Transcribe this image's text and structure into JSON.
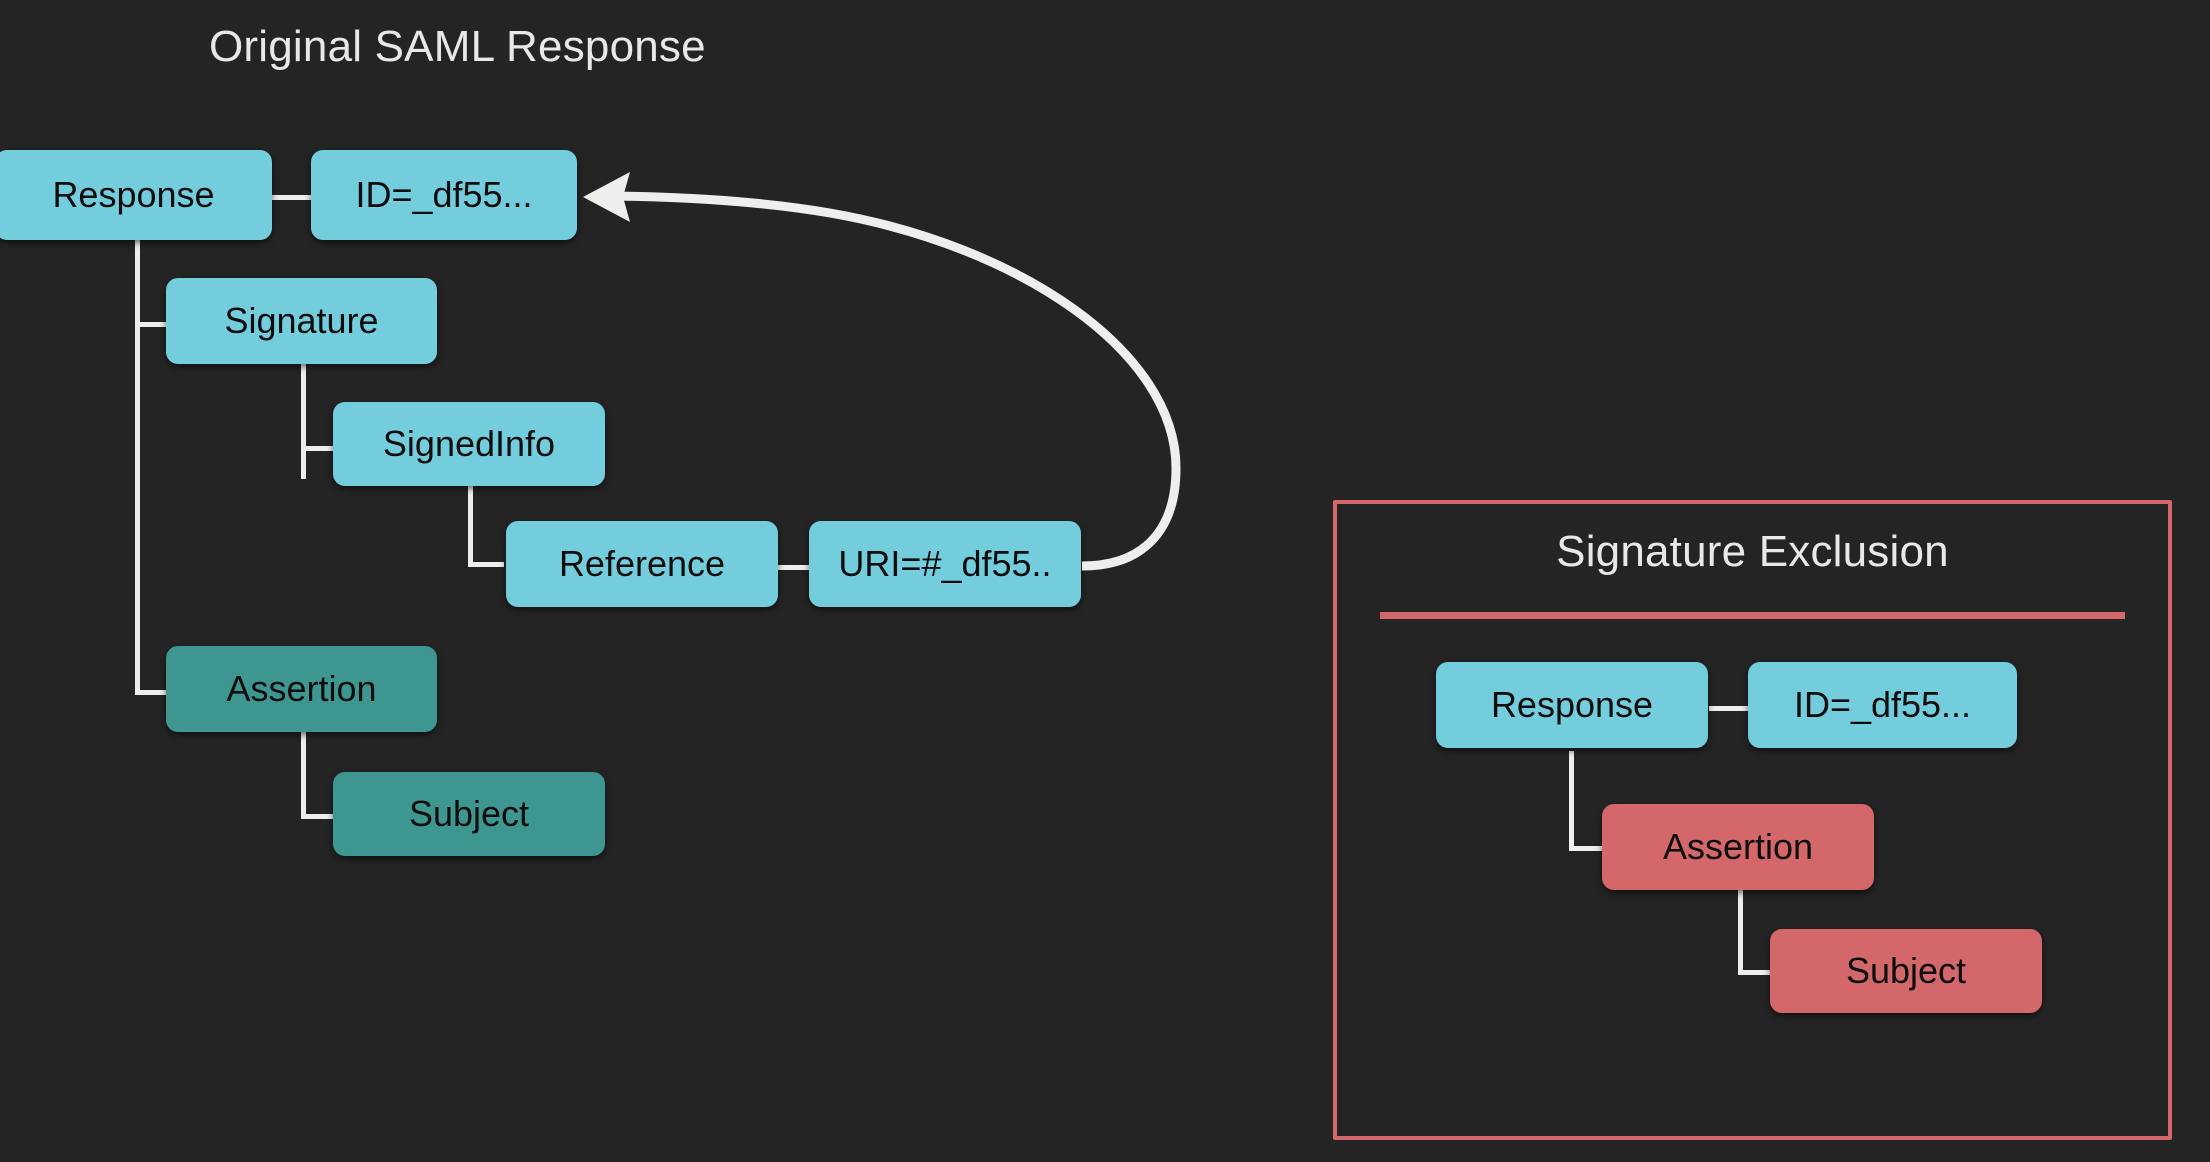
{
  "diagram": {
    "background_color": "#242424",
    "title": "Original SAML Response",
    "colors": {
      "node_blue": "#73cddd",
      "node_green": "#3d9690",
      "node_red": "#d3676a",
      "connector": "#eeeeec",
      "title_text": "#e8e8e8",
      "node_text": "#0d0d0d"
    }
  },
  "left_tree": {
    "title": "Original SAML Response",
    "nodes": [
      {
        "id": "response",
        "label": "Response",
        "color": "blue"
      },
      {
        "id": "id_attr",
        "label": "ID=_df55...",
        "color": "blue"
      },
      {
        "id": "signature",
        "label": "Signature",
        "color": "blue"
      },
      {
        "id": "signedinfo",
        "label": "SignedInfo",
        "color": "blue"
      },
      {
        "id": "reference",
        "label": "Reference",
        "color": "blue"
      },
      {
        "id": "uri_attr",
        "label": "URI=#_df55..",
        "color": "blue"
      },
      {
        "id": "assertion",
        "label": "Assertion",
        "color": "green"
      },
      {
        "id": "subject",
        "label": "Subject",
        "color": "green"
      }
    ],
    "reference_arrow": {
      "from": "uri_attr",
      "to": "id_attr",
      "style": "curved",
      "direction": "points-left"
    }
  },
  "exclusion_panel": {
    "title": "Signature Exclusion",
    "border_color": "#d3676a",
    "nodes": [
      {
        "id": "x_response",
        "label": "Response",
        "color": "blue"
      },
      {
        "id": "x_id_attr",
        "label": "ID=_df55...",
        "color": "blue"
      },
      {
        "id": "x_assertion",
        "label": "Assertion",
        "color": "red"
      },
      {
        "id": "x_subject",
        "label": "Subject",
        "color": "red"
      }
    ]
  }
}
